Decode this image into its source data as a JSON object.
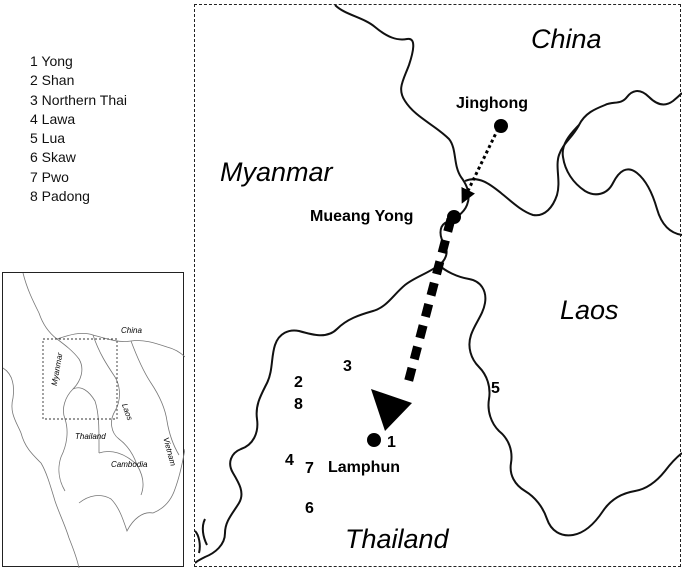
{
  "legend": [
    "1 Yong",
    "2 Shan",
    "3 Northern Thai",
    "4 Lawa",
    "5 Lua",
    "6 Skaw",
    "7 Pwo",
    "8 Padong"
  ],
  "main_map": {
    "countries": {
      "china": "China",
      "myanmar": "Myanmar",
      "laos": "Laos",
      "thailand": "Thailand"
    },
    "towns": {
      "jinghong": "Jinghong",
      "mueang_yong": "Mueang Yong",
      "lamphun": "Lamphun"
    },
    "group_markers": [
      "1",
      "2",
      "3",
      "4",
      "5",
      "6",
      "7",
      "8"
    ]
  },
  "inset_map": {
    "countries": {
      "china": "China",
      "myanmar": "Myanmar",
      "laos": "Laos",
      "thailand": "Thailand",
      "cambodia": "Cambodia",
      "vietnam": "Vietnam"
    }
  }
}
